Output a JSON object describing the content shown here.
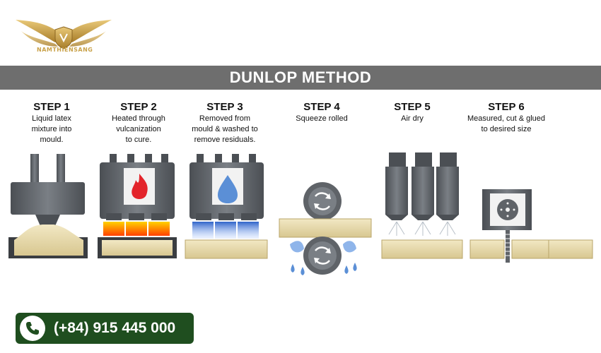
{
  "brand": {
    "name": "NAMTHIENSANG",
    "gold": "#c9a24a"
  },
  "banner": {
    "title": "DUNLOP METHOD",
    "color": "#6e6e6e"
  },
  "steps": [
    {
      "title": "STEP 1",
      "desc": "Liquid latex\nmixture into\nmould."
    },
    {
      "title": "STEP 2",
      "desc": "Heated through\nvulcanization\nto cure."
    },
    {
      "title": "STEP 3",
      "desc": "Removed from\nmould & washed to\nremove residuals."
    },
    {
      "title": "STEP 4",
      "desc": "Squeeze rolled"
    },
    {
      "title": "STEP 5",
      "desc": "Air dry"
    },
    {
      "title": "STEP 6",
      "desc": "Measured, cut & glued\nto desired size"
    }
  ],
  "contact": {
    "phone": "(+84) 915 445 000",
    "bg": "#1f4e1f"
  },
  "colors": {
    "machine": "#5f6368",
    "foam": "#e8dcb0",
    "heat": "#ff6a00",
    "water": "#5b8fd6",
    "flame": "#e3242b"
  }
}
